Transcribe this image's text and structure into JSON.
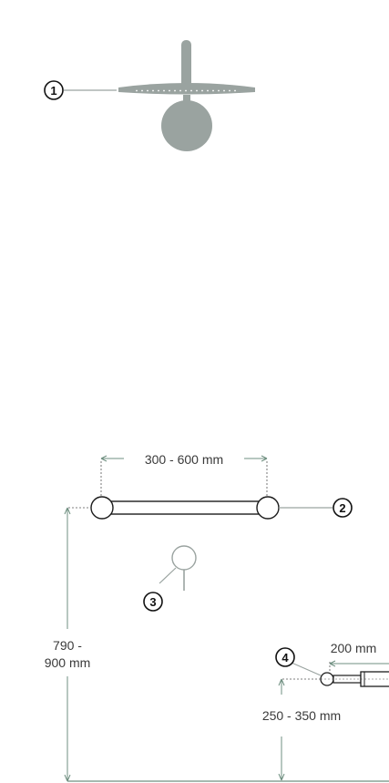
{
  "callouts": {
    "c1": "1",
    "c2": "2",
    "c3": "3",
    "c4": "4"
  },
  "dimensions": {
    "rail_spacing": "300 - 600 mm",
    "rail_height_line1": "790 -",
    "rail_height_line2": "900 mm",
    "spout_projection": "200 mm",
    "spout_height": "250 - 350 mm"
  },
  "colors": {
    "fixture_fill": "#9aa3a0",
    "dimension_line": "#6f8f80",
    "outline": "#1c1c1c"
  }
}
